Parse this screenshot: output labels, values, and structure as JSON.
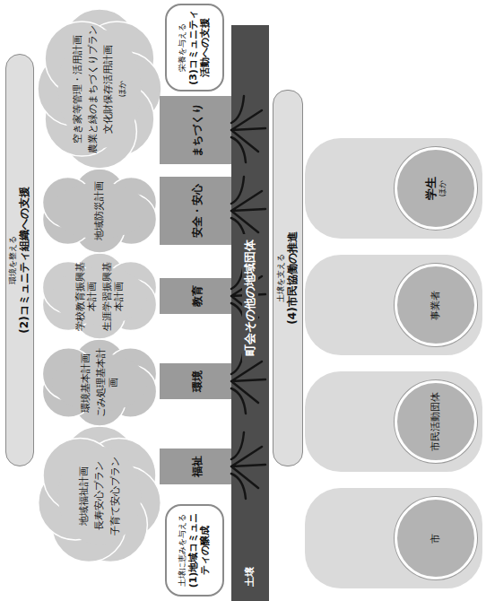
{
  "diagram": {
    "nodes": [
      {
        "text": [
          "環境を整える",
          "(2)コミュニティ組織への支援"
        ]
      },
      {
        "text": [
          "地域福祉計画",
          "長寿安心プラン",
          "子育て安心プラン"
        ]
      },
      {
        "text": [
          "環境基本計画",
          "ごみ処理基本計画"
        ]
      },
      {
        "text": [
          "学校教育振興基本計画",
          "生涯学習振興基本計画"
        ]
      },
      {
        "text": [
          "地域防災計画"
        ]
      },
      {
        "text": [
          "空き家等管理・活用計画",
          "農業と緑のまちづくりプラン",
          "文化財保存活用計画",
          "ほか"
        ]
      },
      {
        "text": [
          "福祉"
        ]
      },
      {
        "text": [
          "環境"
        ]
      },
      {
        "text": [
          "教育"
        ]
      },
      {
        "text": [
          "安全・安心"
        ]
      },
      {
        "text": [
          "まちづくり"
        ]
      },
      {
        "text": [
          "土壌に恵みを与える",
          "(1)地域コミュニティの醸成"
        ]
      },
      {
        "text": [
          "栄養を与える",
          "(3)コミュニティ活動への支援"
        ]
      },
      {
        "text": [
          "土壌",
          "町会その他の地域団体"
        ]
      },
      {
        "text": [
          "土壌を支える",
          "(4)市民協働の推進"
        ]
      },
      {
        "text": [
          "市"
        ]
      },
      {
        "text": [
          "市民活動団体"
        ]
      },
      {
        "text": [
          "事業者"
        ]
      },
      {
        "text": [
          "学生",
          "ほか"
        ]
      }
    ]
  }
}
